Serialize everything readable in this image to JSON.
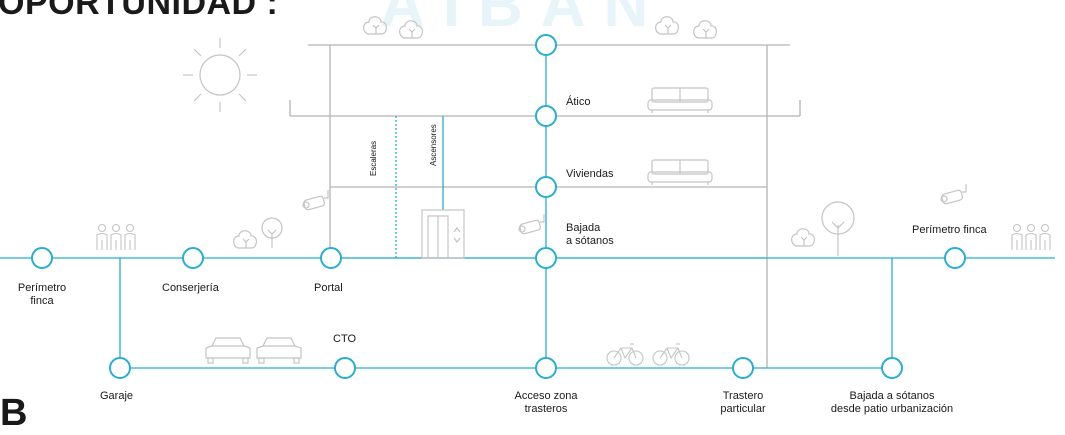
{
  "heading": "OPORTUNIDAD :",
  "footer_letter": "B",
  "watermark": "AIBAN",
  "colors": {
    "accent": "#27aed2",
    "line": "#b4b4b4",
    "icon": "#c4c4c4",
    "text": "#1a1a1a"
  },
  "labels": {
    "perimetro_finca_left": "Perímetro\nfinca",
    "conserjeria": "Conserjería",
    "portal": "Portal",
    "atico": "Ático",
    "viviendas": "Viviendas",
    "bajada_sotanos": "Bajada\na sótanos",
    "perimetro_finca_right": "Perímetro finca",
    "cto": "CTO",
    "garaje": "Garaje",
    "acceso_zona_trasteros": "Acceso zona\ntrasteros",
    "trastero_particular": "Trastero\nparticular",
    "bajada_sotanos_patio": "Bajada a sótanos\ndesde patio urbanización",
    "escaleras": "Escaleras",
    "ascensores": "Ascensores"
  },
  "icons": [
    "sun-icon",
    "tree-icon",
    "sofa-icon",
    "people-icon",
    "camera-icon",
    "elevator-icon",
    "car-icon",
    "bicycle-icon"
  ]
}
